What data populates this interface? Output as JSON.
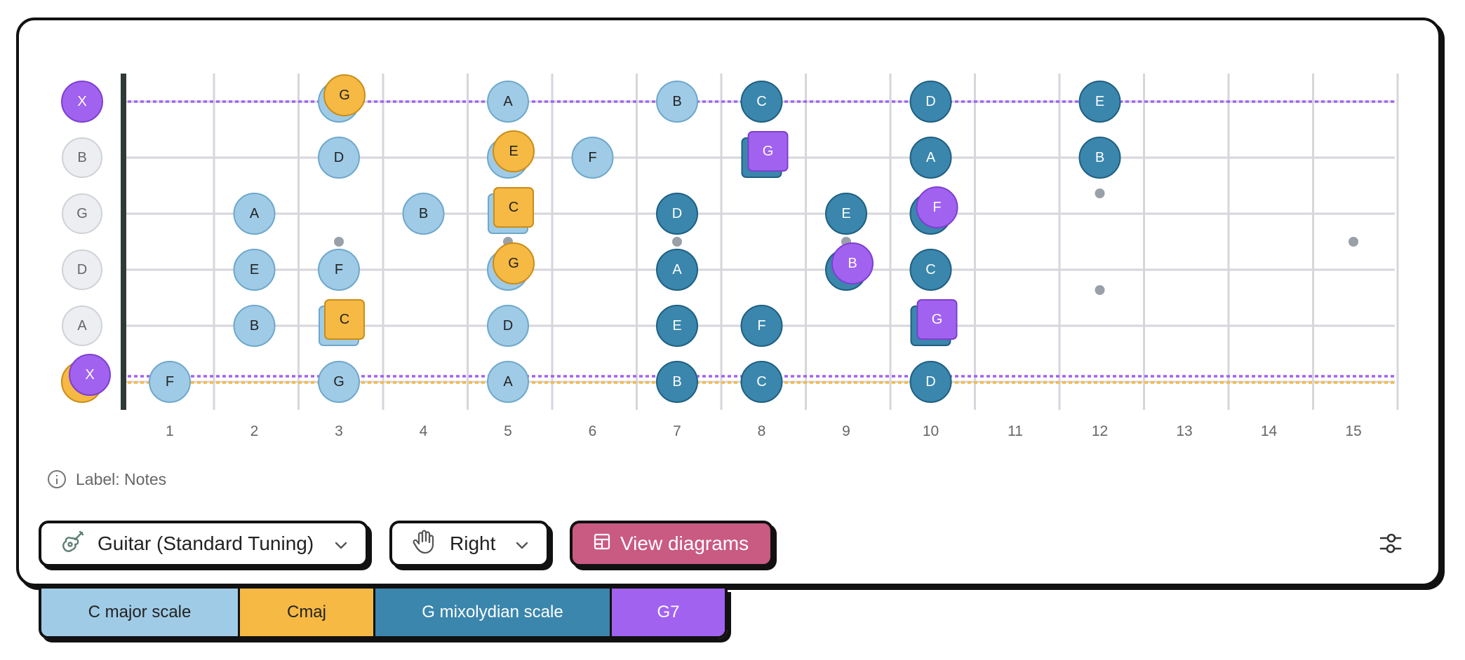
{
  "colors": {
    "c_major_scale": "#9fcbe6",
    "cmaj": "#f5b944",
    "g_mixolydian_scale": "#3a86ad",
    "g7": "#a162f0",
    "view_diagrams_bg": "#c95a82",
    "fret_line": "#d6d6dc",
    "nut": "#2f3a36",
    "inlay": "#9aa0a8"
  },
  "strings": [
    {
      "label": "X",
      "style": "muted-g7"
    },
    {
      "label": "B",
      "style": "open"
    },
    {
      "label": "G",
      "style": "open"
    },
    {
      "label": "D",
      "style": "open"
    },
    {
      "label": "A",
      "style": "open"
    },
    {
      "label": "X",
      "style": "muted-stack"
    }
  ],
  "fret_numbers": [
    "1",
    "2",
    "3",
    "4",
    "5",
    "6",
    "7",
    "8",
    "9",
    "10",
    "11",
    "12",
    "13",
    "14",
    "15"
  ],
  "inlays": [
    {
      "fret": 3,
      "count": 1
    },
    {
      "fret": 5,
      "count": 1
    },
    {
      "fret": 7,
      "count": 1
    },
    {
      "fret": 9,
      "count": 1
    },
    {
      "fret": 12,
      "count": 2
    },
    {
      "fret": 15,
      "count": 1
    }
  ],
  "markers": [
    {
      "string": 0,
      "fret": 3,
      "layer": "c_major_scale",
      "shape": "circle",
      "label": ""
    },
    {
      "string": 0,
      "fret": 3,
      "layer": "cmaj",
      "shape": "circle",
      "label": "G"
    },
    {
      "string": 0,
      "fret": 5,
      "layer": "c_major_scale",
      "shape": "circle",
      "label": "A"
    },
    {
      "string": 0,
      "fret": 7,
      "layer": "c_major_scale",
      "shape": "circle",
      "label": "B"
    },
    {
      "string": 0,
      "fret": 8,
      "layer": "g_mixolydian_scale",
      "shape": "circle",
      "label": "C"
    },
    {
      "string": 0,
      "fret": 10,
      "layer": "g_mixolydian_scale",
      "shape": "circle",
      "label": "D"
    },
    {
      "string": 0,
      "fret": 12,
      "layer": "g_mixolydian_scale",
      "shape": "circle",
      "label": "E"
    },
    {
      "string": 1,
      "fret": 3,
      "layer": "c_major_scale",
      "shape": "circle",
      "label": "D"
    },
    {
      "string": 1,
      "fret": 5,
      "layer": "c_major_scale",
      "shape": "circle",
      "label": ""
    },
    {
      "string": 1,
      "fret": 5,
      "layer": "cmaj",
      "shape": "circle",
      "label": "E"
    },
    {
      "string": 1,
      "fret": 6,
      "layer": "c_major_scale",
      "shape": "circle",
      "label": "F"
    },
    {
      "string": 1,
      "fret": 8,
      "layer": "g_mixolydian_scale",
      "shape": "square",
      "label": ""
    },
    {
      "string": 1,
      "fret": 8,
      "layer": "g7",
      "shape": "square",
      "label": "G"
    },
    {
      "string": 1,
      "fret": 10,
      "layer": "g_mixolydian_scale",
      "shape": "circle",
      "label": "A"
    },
    {
      "string": 1,
      "fret": 12,
      "layer": "g_mixolydian_scale",
      "shape": "circle",
      "label": "B"
    },
    {
      "string": 2,
      "fret": 2,
      "layer": "c_major_scale",
      "shape": "circle",
      "label": "A"
    },
    {
      "string": 2,
      "fret": 4,
      "layer": "c_major_scale",
      "shape": "circle",
      "label": "B"
    },
    {
      "string": 2,
      "fret": 5,
      "layer": "c_major_scale",
      "shape": "square",
      "label": ""
    },
    {
      "string": 2,
      "fret": 5,
      "layer": "cmaj",
      "shape": "square",
      "label": "C"
    },
    {
      "string": 2,
      "fret": 7,
      "layer": "g_mixolydian_scale",
      "shape": "circle",
      "label": "D"
    },
    {
      "string": 2,
      "fret": 9,
      "layer": "g_mixolydian_scale",
      "shape": "circle",
      "label": "E"
    },
    {
      "string": 2,
      "fret": 10,
      "layer": "g_mixolydian_scale",
      "shape": "circle",
      "label": ""
    },
    {
      "string": 2,
      "fret": 10,
      "layer": "g7",
      "shape": "circle",
      "label": "F"
    },
    {
      "string": 3,
      "fret": 2,
      "layer": "c_major_scale",
      "shape": "circle",
      "label": "E"
    },
    {
      "string": 3,
      "fret": 3,
      "layer": "c_major_scale",
      "shape": "circle",
      "label": "F"
    },
    {
      "string": 3,
      "fret": 5,
      "layer": "c_major_scale",
      "shape": "circle",
      "label": ""
    },
    {
      "string": 3,
      "fret": 5,
      "layer": "cmaj",
      "shape": "circle",
      "label": "G"
    },
    {
      "string": 3,
      "fret": 7,
      "layer": "g_mixolydian_scale",
      "shape": "circle",
      "label": "A"
    },
    {
      "string": 3,
      "fret": 9,
      "layer": "g_mixolydian_scale",
      "shape": "circle",
      "label": ""
    },
    {
      "string": 3,
      "fret": 9,
      "layer": "g7",
      "shape": "circle",
      "label": "B"
    },
    {
      "string": 3,
      "fret": 10,
      "layer": "g_mixolydian_scale",
      "shape": "circle",
      "label": "C"
    },
    {
      "string": 4,
      "fret": 2,
      "layer": "c_major_scale",
      "shape": "circle",
      "label": "B"
    },
    {
      "string": 4,
      "fret": 3,
      "layer": "c_major_scale",
      "shape": "square",
      "label": ""
    },
    {
      "string": 4,
      "fret": 3,
      "layer": "cmaj",
      "shape": "square",
      "label": "C"
    },
    {
      "string": 4,
      "fret": 5,
      "layer": "c_major_scale",
      "shape": "circle",
      "label": "D"
    },
    {
      "string": 4,
      "fret": 7,
      "layer": "g_mixolydian_scale",
      "shape": "circle",
      "label": "E"
    },
    {
      "string": 4,
      "fret": 8,
      "layer": "g_mixolydian_scale",
      "shape": "circle",
      "label": "F"
    },
    {
      "string": 4,
      "fret": 10,
      "layer": "g_mixolydian_scale",
      "shape": "square",
      "label": ""
    },
    {
      "string": 4,
      "fret": 10,
      "layer": "g7",
      "shape": "square",
      "label": "G"
    },
    {
      "string": 5,
      "fret": 1,
      "layer": "c_major_scale",
      "shape": "circle",
      "label": "F"
    },
    {
      "string": 5,
      "fret": 3,
      "layer": "c_major_scale",
      "shape": "circle",
      "label": "G"
    },
    {
      "string": 5,
      "fret": 5,
      "layer": "c_major_scale",
      "shape": "circle",
      "label": "A"
    },
    {
      "string": 5,
      "fret": 7,
      "layer": "g_mixolydian_scale",
      "shape": "circle",
      "label": "B"
    },
    {
      "string": 5,
      "fret": 8,
      "layer": "g_mixolydian_scale",
      "shape": "circle",
      "label": "C"
    },
    {
      "string": 5,
      "fret": 10,
      "layer": "g_mixolydian_scale",
      "shape": "circle",
      "label": "D"
    }
  ],
  "label_info": {
    "text": "Label: Notes",
    "icon": "info-icon"
  },
  "controls": {
    "instrument": {
      "label": "Guitar (Standard Tuning)",
      "icon": "guitar-icon"
    },
    "hand": {
      "label": "Right",
      "icon": "hand-icon"
    },
    "view_diagrams": {
      "label": "View diagrams",
      "icon": "grid-icon"
    },
    "settings": {
      "icon": "sliders-icon"
    }
  },
  "legend": [
    {
      "key": "c_major_scale",
      "label": "C major scale"
    },
    {
      "key": "cmaj",
      "label": "Cmaj"
    },
    {
      "key": "g_mixolydian_scale",
      "label": "G mixolydian scale"
    },
    {
      "key": "g7",
      "label": "G7"
    }
  ]
}
